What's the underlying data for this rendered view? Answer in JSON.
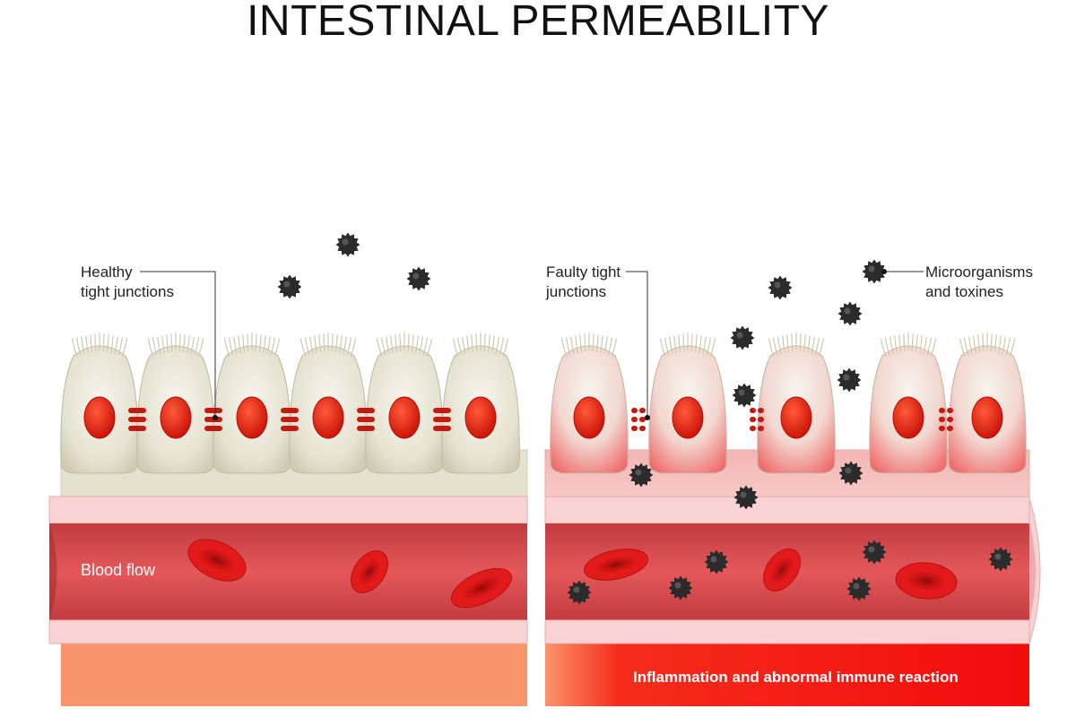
{
  "title": "INTESTINAL PERMEABILITY",
  "labels": {
    "healthy_line1": "Healthy",
    "healthy_line2": "tight junctions",
    "faulty_line1": "Faulty tight",
    "faulty_line2": "junctions",
    "microbes_line1": "Microorganisms",
    "microbes_line2": "and toxines",
    "blood_flow": "Blood flow",
    "inflammation": "Inflammation and abnormal immune reaction"
  },
  "colors": {
    "cell_fill": "#e9e7d8",
    "cell_stroke": "#c9c6b0",
    "nucleus": "#e8200e",
    "junction": "#c41a12",
    "blood_vessel": "#d9474a",
    "vessel_wall": "#f9d3d4",
    "rbc": "#d81414",
    "microbe": "#2b2b2b",
    "healthy_tissue": "#f9956a",
    "inflamed_tissue": "#f20c0c"
  },
  "panels": [
    {
      "name": "healthy",
      "cells": 6,
      "junctions": "intact"
    },
    {
      "name": "leaky",
      "cells": 5,
      "junctions": "faulty"
    }
  ]
}
